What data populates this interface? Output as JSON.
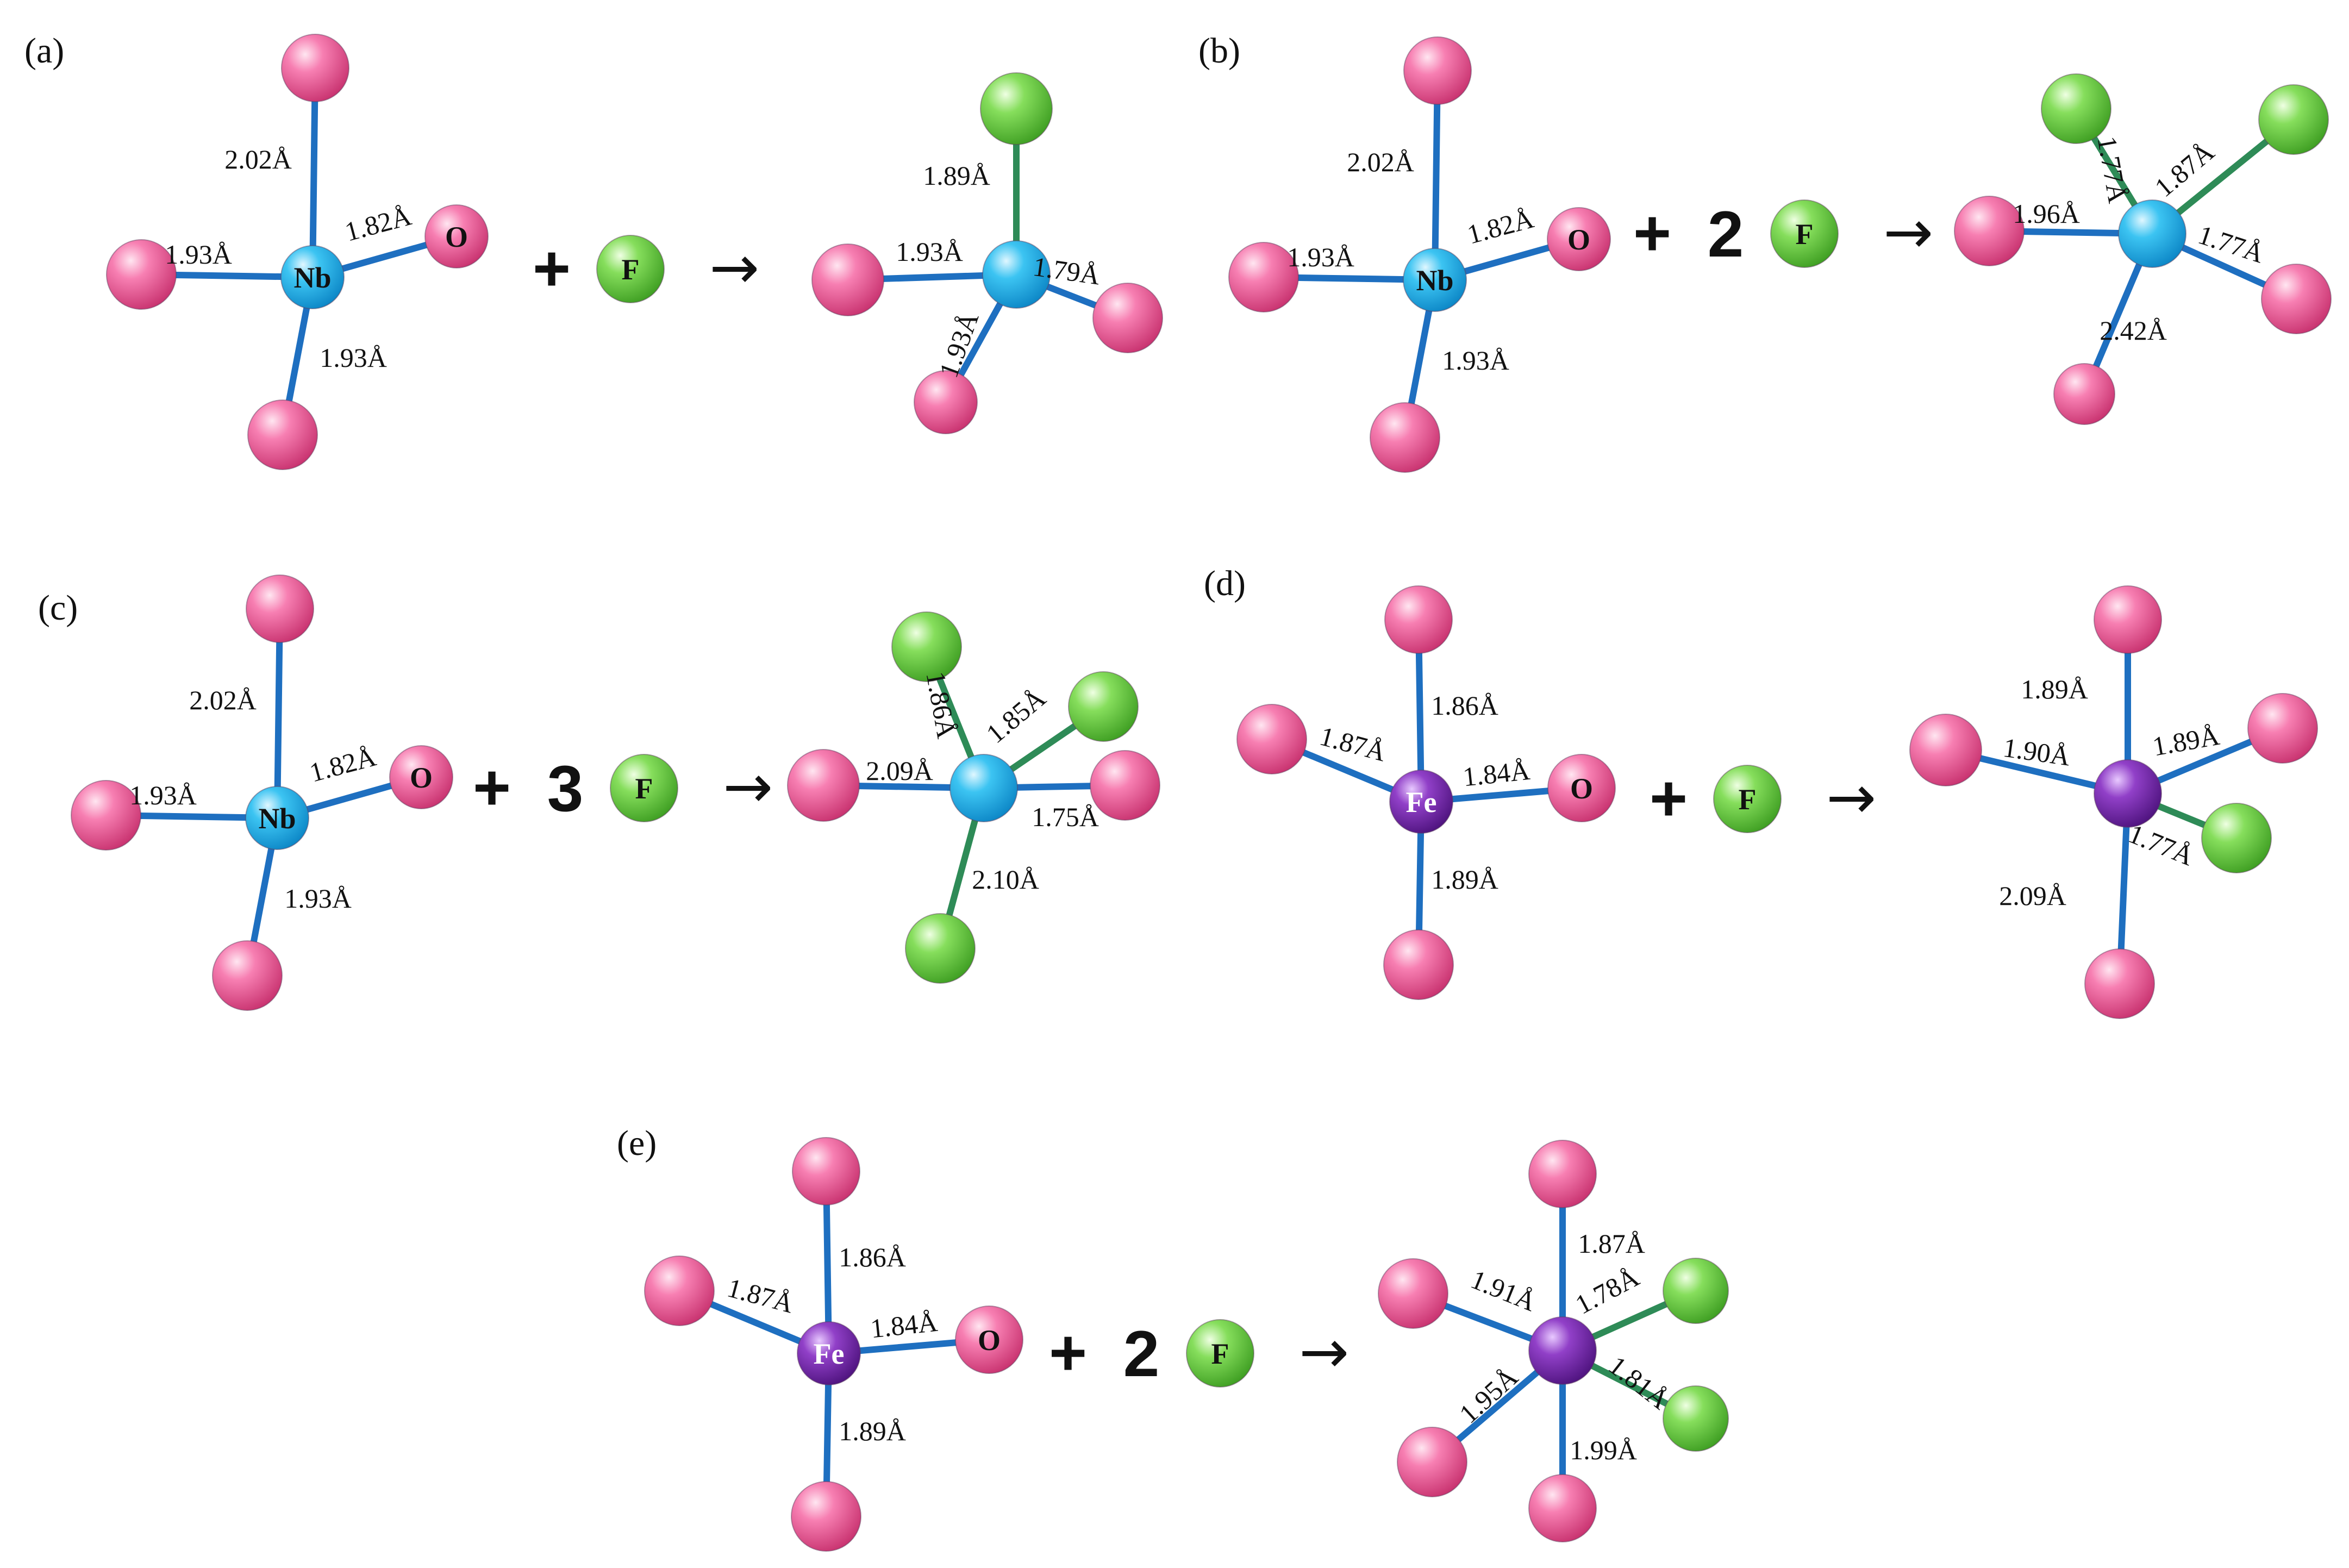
{
  "colors": {
    "bond_blue": "#1E6FC0",
    "bond_green": "#2E8B57",
    "oxygen": "#F06AA5",
    "fluorine": "#6FD04A",
    "niobium": "#22B5EE",
    "iron": "#7B2FB0"
  },
  "panels": [
    {
      "tag": "(a)",
      "reactant": {
        "center": "Nb",
        "labeled_atom": "O",
        "bonds": [
          "2.02Å",
          "1.93Å",
          "1.82Å",
          "1.93Å"
        ]
      },
      "plus": "+",
      "coefficient": "",
      "reagent": "F",
      "arrow": "→",
      "product": {
        "bonds": [
          "1.89Å",
          "1.93Å",
          "1.79Å",
          "1.93Å"
        ]
      }
    },
    {
      "tag": "(b)",
      "reactant": {
        "center": "Nb",
        "labeled_atom": "O",
        "bonds": [
          "2.02Å",
          "1.93Å",
          "1.82Å",
          "1.93Å"
        ]
      },
      "plus": "+",
      "coefficient": "2",
      "reagent": "F",
      "arrow": "→",
      "product": {
        "bonds": [
          "1.77Å",
          "1.87Å",
          "1.96Å",
          "1.77Å",
          "2.42Å"
        ]
      }
    },
    {
      "tag": "(c)",
      "reactant": {
        "center": "Nb",
        "labeled_atom": "O",
        "bonds": [
          "2.02Å",
          "1.93Å",
          "1.82Å",
          "1.93Å"
        ]
      },
      "plus": "+",
      "coefficient": "3",
      "reagent": "F",
      "arrow": "→",
      "product": {
        "bonds": [
          "1.86Å",
          "1.85Å",
          "2.09Å",
          "1.75Å",
          "2.10Å"
        ]
      }
    },
    {
      "tag": "(d)",
      "reactant": {
        "center": "Fe",
        "labeled_atom": "O",
        "bonds": [
          "1.86Å",
          "1.87Å",
          "1.84Å",
          "1.89Å"
        ]
      },
      "plus": "+",
      "coefficient": "",
      "reagent": "F",
      "arrow": "→",
      "product": {
        "bonds": [
          "1.89Å",
          "1.90Å",
          "1.89Å",
          "1.77Å",
          "2.09Å"
        ]
      }
    },
    {
      "tag": "(e)",
      "reactant": {
        "center": "Fe",
        "labeled_atom": "O",
        "bonds": [
          "1.86Å",
          "1.87Å",
          "1.84Å",
          "1.89Å"
        ]
      },
      "plus": "+",
      "coefficient": "2",
      "reagent": "F",
      "arrow": "→",
      "product": {
        "bonds": [
          "1.87Å",
          "1.91Å",
          "1.78Å",
          "1.95Å",
          "1.81Å",
          "1.99Å"
        ]
      }
    }
  ]
}
